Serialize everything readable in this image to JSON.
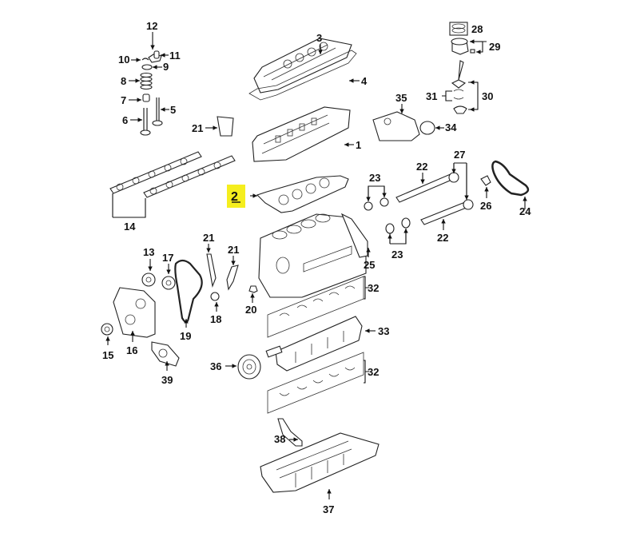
{
  "diagram": {
    "title": "Engine assembly exploded view",
    "highlight_color": "#f5ee1e",
    "highlighted_callout": "2",
    "callouts": {
      "c1": "1",
      "c2": "2",
      "c3": "3",
      "c4": "4",
      "c5": "5",
      "c6": "6",
      "c7": "7",
      "c8": "8",
      "c9": "9",
      "c10": "10",
      "c11": "11",
      "c12": "12",
      "c13": "13",
      "c14": "14",
      "c15": "15",
      "c16": "16",
      "c17": "17",
      "c18": "18",
      "c19": "19",
      "c20": "20",
      "c21a": "21",
      "c21b": "21",
      "c21c": "21",
      "c22a": "22",
      "c22b": "22",
      "c23a": "23",
      "c23b": "23",
      "c24": "24",
      "c25": "25",
      "c26": "26",
      "c27": "27",
      "c28": "28",
      "c29": "29",
      "c30": "30",
      "c31": "31",
      "c32a": "32",
      "c32b": "32",
      "c33": "33",
      "c34": "34",
      "c35": "35",
      "c36": "36",
      "c37": "37",
      "c38": "38",
      "c39": "39"
    },
    "parts": [
      {
        "id": "1",
        "name": "cylinder-head"
      },
      {
        "id": "2",
        "name": "head-gasket"
      },
      {
        "id": "3",
        "name": "valve-cover"
      },
      {
        "id": "4",
        "name": "valve-cover-gasket"
      },
      {
        "id": "5",
        "name": "intake-valve"
      },
      {
        "id": "6",
        "name": "exhaust-valve"
      },
      {
        "id": "7",
        "name": "valve-seal"
      },
      {
        "id": "8",
        "name": "valve-spring"
      },
      {
        "id": "9",
        "name": "spring-retainer"
      },
      {
        "id": "10",
        "name": "valve-keeper"
      },
      {
        "id": "11",
        "name": "lash-adjuster"
      },
      {
        "id": "12",
        "name": "rocker-arm"
      },
      {
        "id": "13",
        "name": "timing-sprocket"
      },
      {
        "id": "14",
        "name": "camshafts"
      },
      {
        "id": "15",
        "name": "front-seal"
      },
      {
        "id": "16",
        "name": "timing-cover"
      },
      {
        "id": "17",
        "name": "crank-sprocket"
      },
      {
        "id": "18",
        "name": "idler-sprocket"
      },
      {
        "id": "19",
        "name": "timing-chain"
      },
      {
        "id": "20",
        "name": "chain-tensioner"
      },
      {
        "id": "21",
        "name": "chain-guide"
      },
      {
        "id": "22",
        "name": "balance-shaft"
      },
      {
        "id": "23",
        "name": "balance-shaft-bearing"
      },
      {
        "id": "24",
        "name": "balance-chain"
      },
      {
        "id": "25",
        "name": "balance-housing-bracket"
      },
      {
        "id": "26",
        "name": "balance-chain-tensioner"
      },
      {
        "id": "27",
        "name": "balance-shaft-sprocket"
      },
      {
        "id": "28",
        "name": "piston-rings"
      },
      {
        "id": "29",
        "name": "piston-and-pin"
      },
      {
        "id": "30",
        "name": "connecting-rod"
      },
      {
        "id": "31",
        "name": "rod-bearings"
      },
      {
        "id": "32",
        "name": "main-bearings"
      },
      {
        "id": "33",
        "name": "crankshaft"
      },
      {
        "id": "34",
        "name": "rear-main-seal"
      },
      {
        "id": "35",
        "name": "rear-cover"
      },
      {
        "id": "36",
        "name": "crank-pulley"
      },
      {
        "id": "37",
        "name": "oil-pan"
      },
      {
        "id": "38",
        "name": "oil-pickup-tube"
      },
      {
        "id": "39",
        "name": "water-pump"
      }
    ]
  }
}
